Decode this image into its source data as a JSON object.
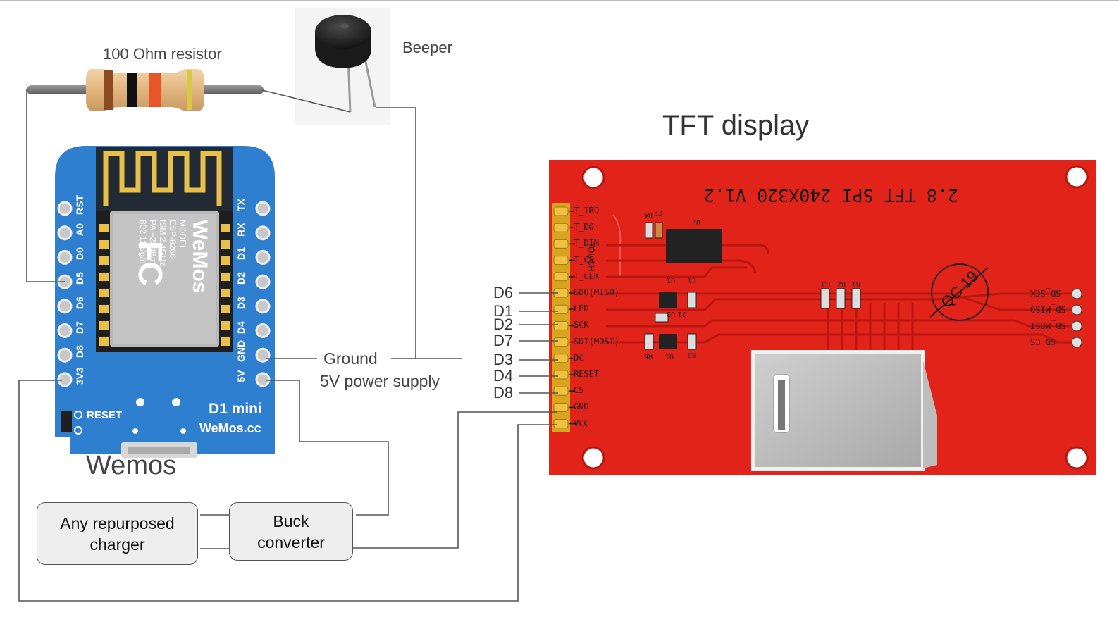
{
  "labels": {
    "resistor": "100 Ohm resistor",
    "beeper": "Beeper",
    "tft_title": "TFT display",
    "wemos": "Wemos",
    "ground": "Ground",
    "power": "5V power supply"
  },
  "boxes": {
    "charger": "Any repurposed\ncharger",
    "buck": "Buck\nconverter"
  },
  "wemos_board": {
    "left_pins": [
      "RST",
      "A0",
      "D0",
      "D5",
      "D6",
      "D7",
      "D8",
      "3V3"
    ],
    "right_pins": [
      "TX",
      "RX",
      "D1",
      "D2",
      "D3",
      "D4",
      "GND",
      "5V"
    ],
    "reset_label": "RESET",
    "model": "D1 mini",
    "brand": "WeMos.cc",
    "module_lines": [
      "WeMos",
      "MODEL",
      "ESP-8266",
      "ISM 2.4GHz",
      "PA +25dBm",
      "802.11b/g/n"
    ],
    "fcc": "FC",
    "color": "#2f7fd0"
  },
  "tft_board": {
    "title_mirrored": "2.8 TFT SPI 240X320 V1.2",
    "pins": [
      "T_IRQ",
      "T_DO",
      "T_DIN",
      "T_CS",
      "T_CLK",
      "SDO(MISO)",
      "LED",
      "SCK",
      "SDI(MOSI)",
      "DC",
      "RESET",
      "CS",
      "GND",
      "VCC"
    ],
    "touch_label": "TOUCH",
    "sd_pins": [
      "SD_SCK",
      "SD_MISO",
      "SD_MOSI",
      "SD_CS"
    ],
    "components": [
      "U2",
      "U1",
      "U3",
      "R4",
      "C2",
      "C1",
      "R5",
      "R6",
      "Q1",
      "J1",
      "R1",
      "R2",
      "R3"
    ],
    "qc_stamp": "QC 19",
    "color": "#e2231a"
  },
  "pin_map": [
    "D6",
    "D1",
    "D2",
    "D7",
    "D3",
    "D4",
    "D8"
  ],
  "colors": {
    "wire": "#555555",
    "label": "#444444",
    "box_fill": "#eeeeee"
  }
}
